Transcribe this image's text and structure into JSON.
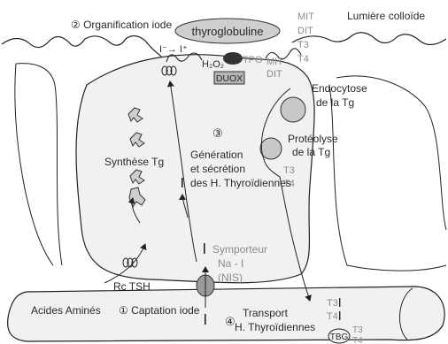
{
  "labels": {
    "lumen": "Lumière colloïde",
    "step2": "② Organification iode",
    "thyroglobuline": "thyroglobuline",
    "iodide_to_iodine": "I⁻→ I⁺",
    "h2o2": "H₂O₂",
    "tpo": "TPO",
    "duox": "DUOX",
    "mit": "MIT",
    "dit": "DIT",
    "t3": "T3",
    "t4": "T4",
    "endocytose_1": "Endocytose",
    "endocytose_2": "de la Tg",
    "proteolyse_1": "Protéolyse",
    "proteolyse_2": "de la Tg",
    "step3_num": "③",
    "generation_1": "Génération",
    "generation_2": "et sécrétion",
    "generation_3": "des H. Thyroïdiennes",
    "synthese": "Synthèse Tg",
    "symporteur_1": "Symporteur",
    "symporteur_2": "Na - I",
    "symporteur_3": "(NIS)",
    "rctsh": "Rc TSH",
    "acides": "Acides Aminés",
    "step1": "① Captation iode",
    "step4_num": "④",
    "transport_1": "Transport",
    "transport_2": "H. Thyroïdiennes",
    "t3_blood": "T3",
    "t4_blood": "T4",
    "tbg": "TBG",
    "t3_tbg": "T3",
    "t4_tbg": "T4"
  }
}
